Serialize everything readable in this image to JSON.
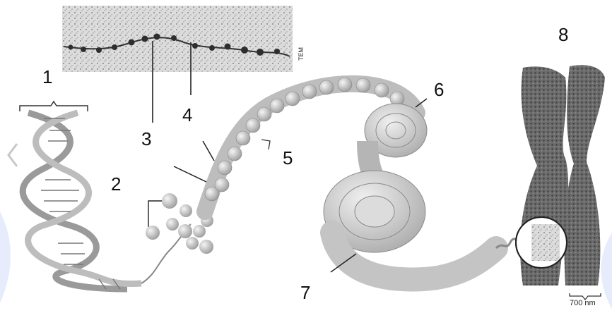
{
  "diagram": {
    "labels": {
      "l1": "1",
      "l2": "2",
      "l3": "3",
      "l4": "4",
      "l5": "5",
      "l6": "6",
      "l7": "7",
      "l8": "8"
    },
    "tem_label": "TEM",
    "scale_label": "700 nm"
  },
  "colors": {
    "ink": "#222222",
    "photo_bg": "#e2e2e2",
    "chromatin": "#cfcfcf",
    "chromosome": "#5a5a5a",
    "accent_bg": "#e6ecfb",
    "nav": "#c8c8c8"
  },
  "icons": [
    "chevron-left-icon"
  ]
}
